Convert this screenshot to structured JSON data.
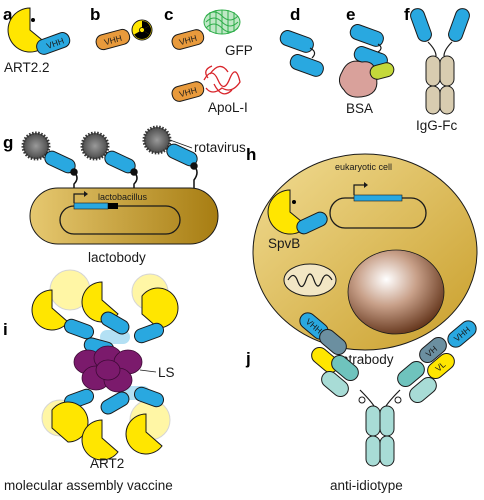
{
  "panels": {
    "a": "a",
    "b": "b",
    "c": "c",
    "d": "d",
    "e": "e",
    "f": "f",
    "g": "g",
    "h": "h",
    "i": "i",
    "j": "j"
  },
  "labels": {
    "art22": "ART2.2",
    "vhh": "VHH",
    "gfp": "GFP",
    "apol": "ApoL-I",
    "bsa": "BSA",
    "igg": "IgG-Fc",
    "rotavirus": "rotavirus",
    "lactobacillus": "lactobacillus",
    "lactobody": "lactobody",
    "eukaryotic": "eukaryotic cell",
    "spvb": "SpvB",
    "intrabody": "intrabody",
    "ls": "LS",
    "art2": "ART2",
    "vaccine": "molecular assembly vaccine",
    "antiidiotype": "anti-idiotype",
    "vh": "VH",
    "vl": "VL"
  },
  "colors": {
    "vhh_blue": "#29a8e0",
    "vhh_orange": "#e89a3c",
    "art_yellow": "#ffe600",
    "gfp_green": "#2fae4a",
    "apol_red": "#d8242a",
    "bsa_pink": "#d9a19b",
    "fc_beige": "#d8ccb0",
    "cell_gold": "#d8b24a",
    "ls_purple": "#7b1a6c",
    "ab_teal": "#6fc3bd"
  }
}
